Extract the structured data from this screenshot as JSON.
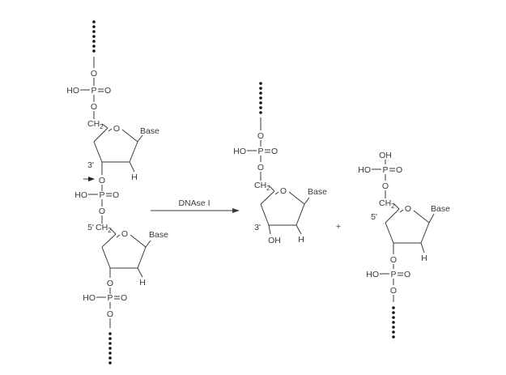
{
  "labels": {
    "o": "O",
    "p": "P",
    "ho": "HO",
    "oh": "OH",
    "ch2": "CH",
    "sub2": "2",
    "base": "Base",
    "h": "H",
    "three_prime": "3'",
    "five_prime": "5'",
    "enzyme": "DNAse I",
    "plus": "+"
  }
}
